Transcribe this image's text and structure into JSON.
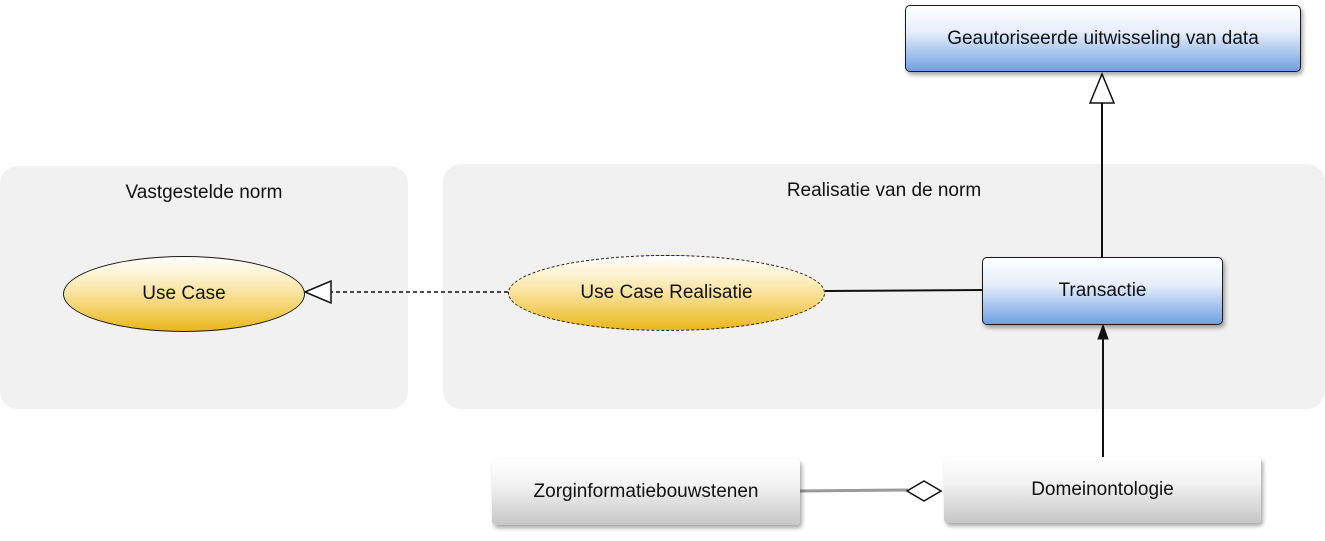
{
  "groups": {
    "vastgestelde": {
      "title": "Vastgestelde norm"
    },
    "realisatie": {
      "title": "Realisatie van de norm"
    }
  },
  "nodes": {
    "geautoriseerde": "Geautoriseerde uitwisseling van data",
    "use_case": "Use Case",
    "use_case_realisatie": "Use Case Realisatie",
    "transactie": "Transactie",
    "zorginformatiebouwstenen": "Zorginformatiebouwstenen",
    "domeinontologie": "Domeinontologie"
  },
  "colors": {
    "class_blue": "#6fa0e3",
    "usecase_gold": "#eab71a",
    "group_bg": "#f1f1f1",
    "gray_class": "#c6c6c6"
  }
}
